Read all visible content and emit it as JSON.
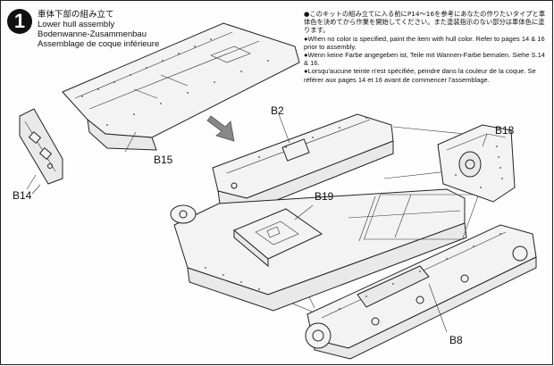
{
  "step": {
    "number": "1",
    "title_jp": "車体下部の組み立て",
    "title_en": "Lower hull assembly",
    "title_de": "Bodenwanne-Zusammenbau",
    "title_fr": "Assemblage de coque inférieure"
  },
  "notes": [
    {
      "id": "jp",
      "text": "●このキットの組み立てに入る前にP14〜16を参考にあなたの作りたいタイプと車体色を決めてから作業を開始してください。また塗装指示のない部分は車体色に塗ります。"
    },
    {
      "id": "en",
      "text": "●When no color is specified, paint the item with hull color. Refer to pages 14 & 16 prior to assembly."
    },
    {
      "id": "de",
      "text": "●Wenn keine Farbe angegeben ist, Teile mit Wannen-Farbe bemalen. Siehe S.14 & 16."
    },
    {
      "id": "fr",
      "text": "●Lorsqu'aucune teinte n'est spécifiée, peindre dans la couleur de la coque. Se référer aux pages 14 et 16 avant de commencer l'assemblage."
    }
  ],
  "parts": {
    "b2": "B2",
    "b8": "B8",
    "b14": "B14",
    "b15": "B15",
    "b18": "B18",
    "b19": "B19"
  }
}
